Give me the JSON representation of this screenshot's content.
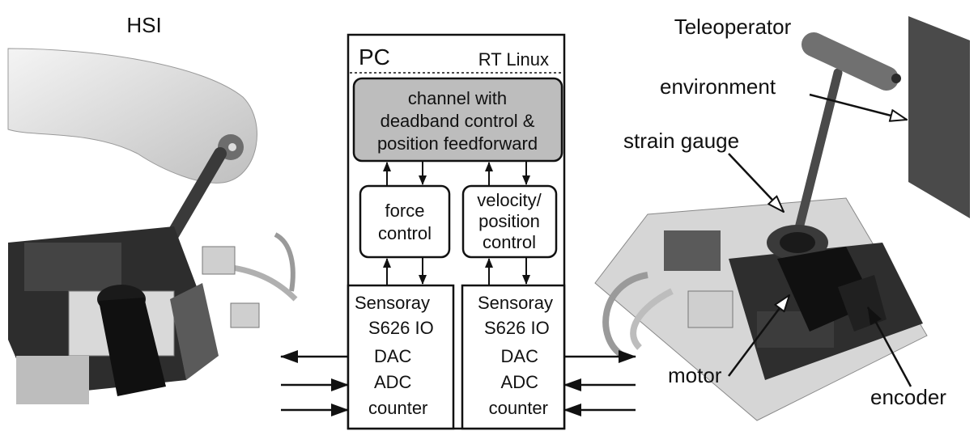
{
  "left_title": "HSI",
  "right_title": "Teleoperator",
  "pc_label": "PC",
  "os_label": "RT Linux",
  "channel_lines": [
    "channel with",
    "deadband control &",
    "position feedforward"
  ],
  "force_control_lines": [
    "force",
    "control"
  ],
  "velocity_control_lines": [
    "velocity/",
    "position",
    "control"
  ],
  "io_left_lines": [
    "Sensoray",
    "S626 IO"
  ],
  "io_right_lines": [
    "Sensoray",
    "S626 IO"
  ],
  "left_ports": [
    "DAC",
    "ADC",
    "counter"
  ],
  "right_ports": [
    "DAC",
    "ADC",
    "counter"
  ],
  "annotations": {
    "environment": "environment",
    "strain_gauge": "strain gauge",
    "motor": "motor",
    "encoder": "encoder"
  },
  "colors": {
    "channel_fill": "#bdbdbd",
    "line": "#111111",
    "environment_wall": "#4a4a4a"
  }
}
